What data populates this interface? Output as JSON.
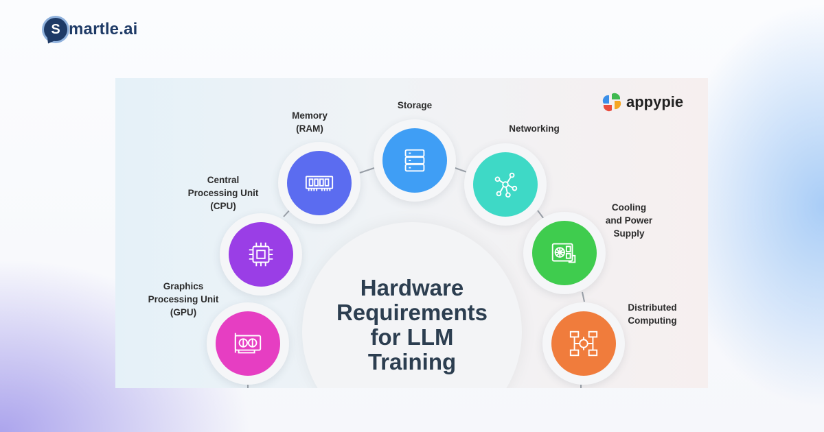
{
  "brand": {
    "letter": "S",
    "name": "martle.ai"
  },
  "infographic": {
    "logo_text": "appypie",
    "title_lines": [
      "Hardware",
      "Requirements",
      "for LLM",
      "Training"
    ],
    "nodes": [
      {
        "id": "gpu",
        "label_lines": [
          "Graphics",
          "Processing Unit",
          "(GPU)"
        ],
        "color": "#e63ec2",
        "icon": "graphics-card-icon"
      },
      {
        "id": "cpu",
        "label_lines": [
          "Central",
          "Processing Unit",
          "(CPU)"
        ],
        "color": "#9a3ee6",
        "icon": "cpu-chip-icon"
      },
      {
        "id": "ram",
        "label_lines": [
          "Memory",
          "(RAM)"
        ],
        "color": "#5b6cf0",
        "icon": "ram-module-icon"
      },
      {
        "id": "storage",
        "label_lines": [
          "Storage"
        ],
        "color": "#3f9ef5",
        "icon": "server-storage-icon"
      },
      {
        "id": "network",
        "label_lines": [
          "Networking"
        ],
        "color": "#3ed9c6",
        "icon": "network-nodes-icon"
      },
      {
        "id": "cooling",
        "label_lines": [
          "Cooling",
          "and Power",
          "Supply"
        ],
        "color": "#3fcc4e",
        "icon": "power-supply-icon"
      },
      {
        "id": "distributed",
        "label_lines": [
          "Distributed",
          "Computing"
        ],
        "color": "#f07c3c",
        "icon": "distributed-computers-icon"
      }
    ]
  }
}
